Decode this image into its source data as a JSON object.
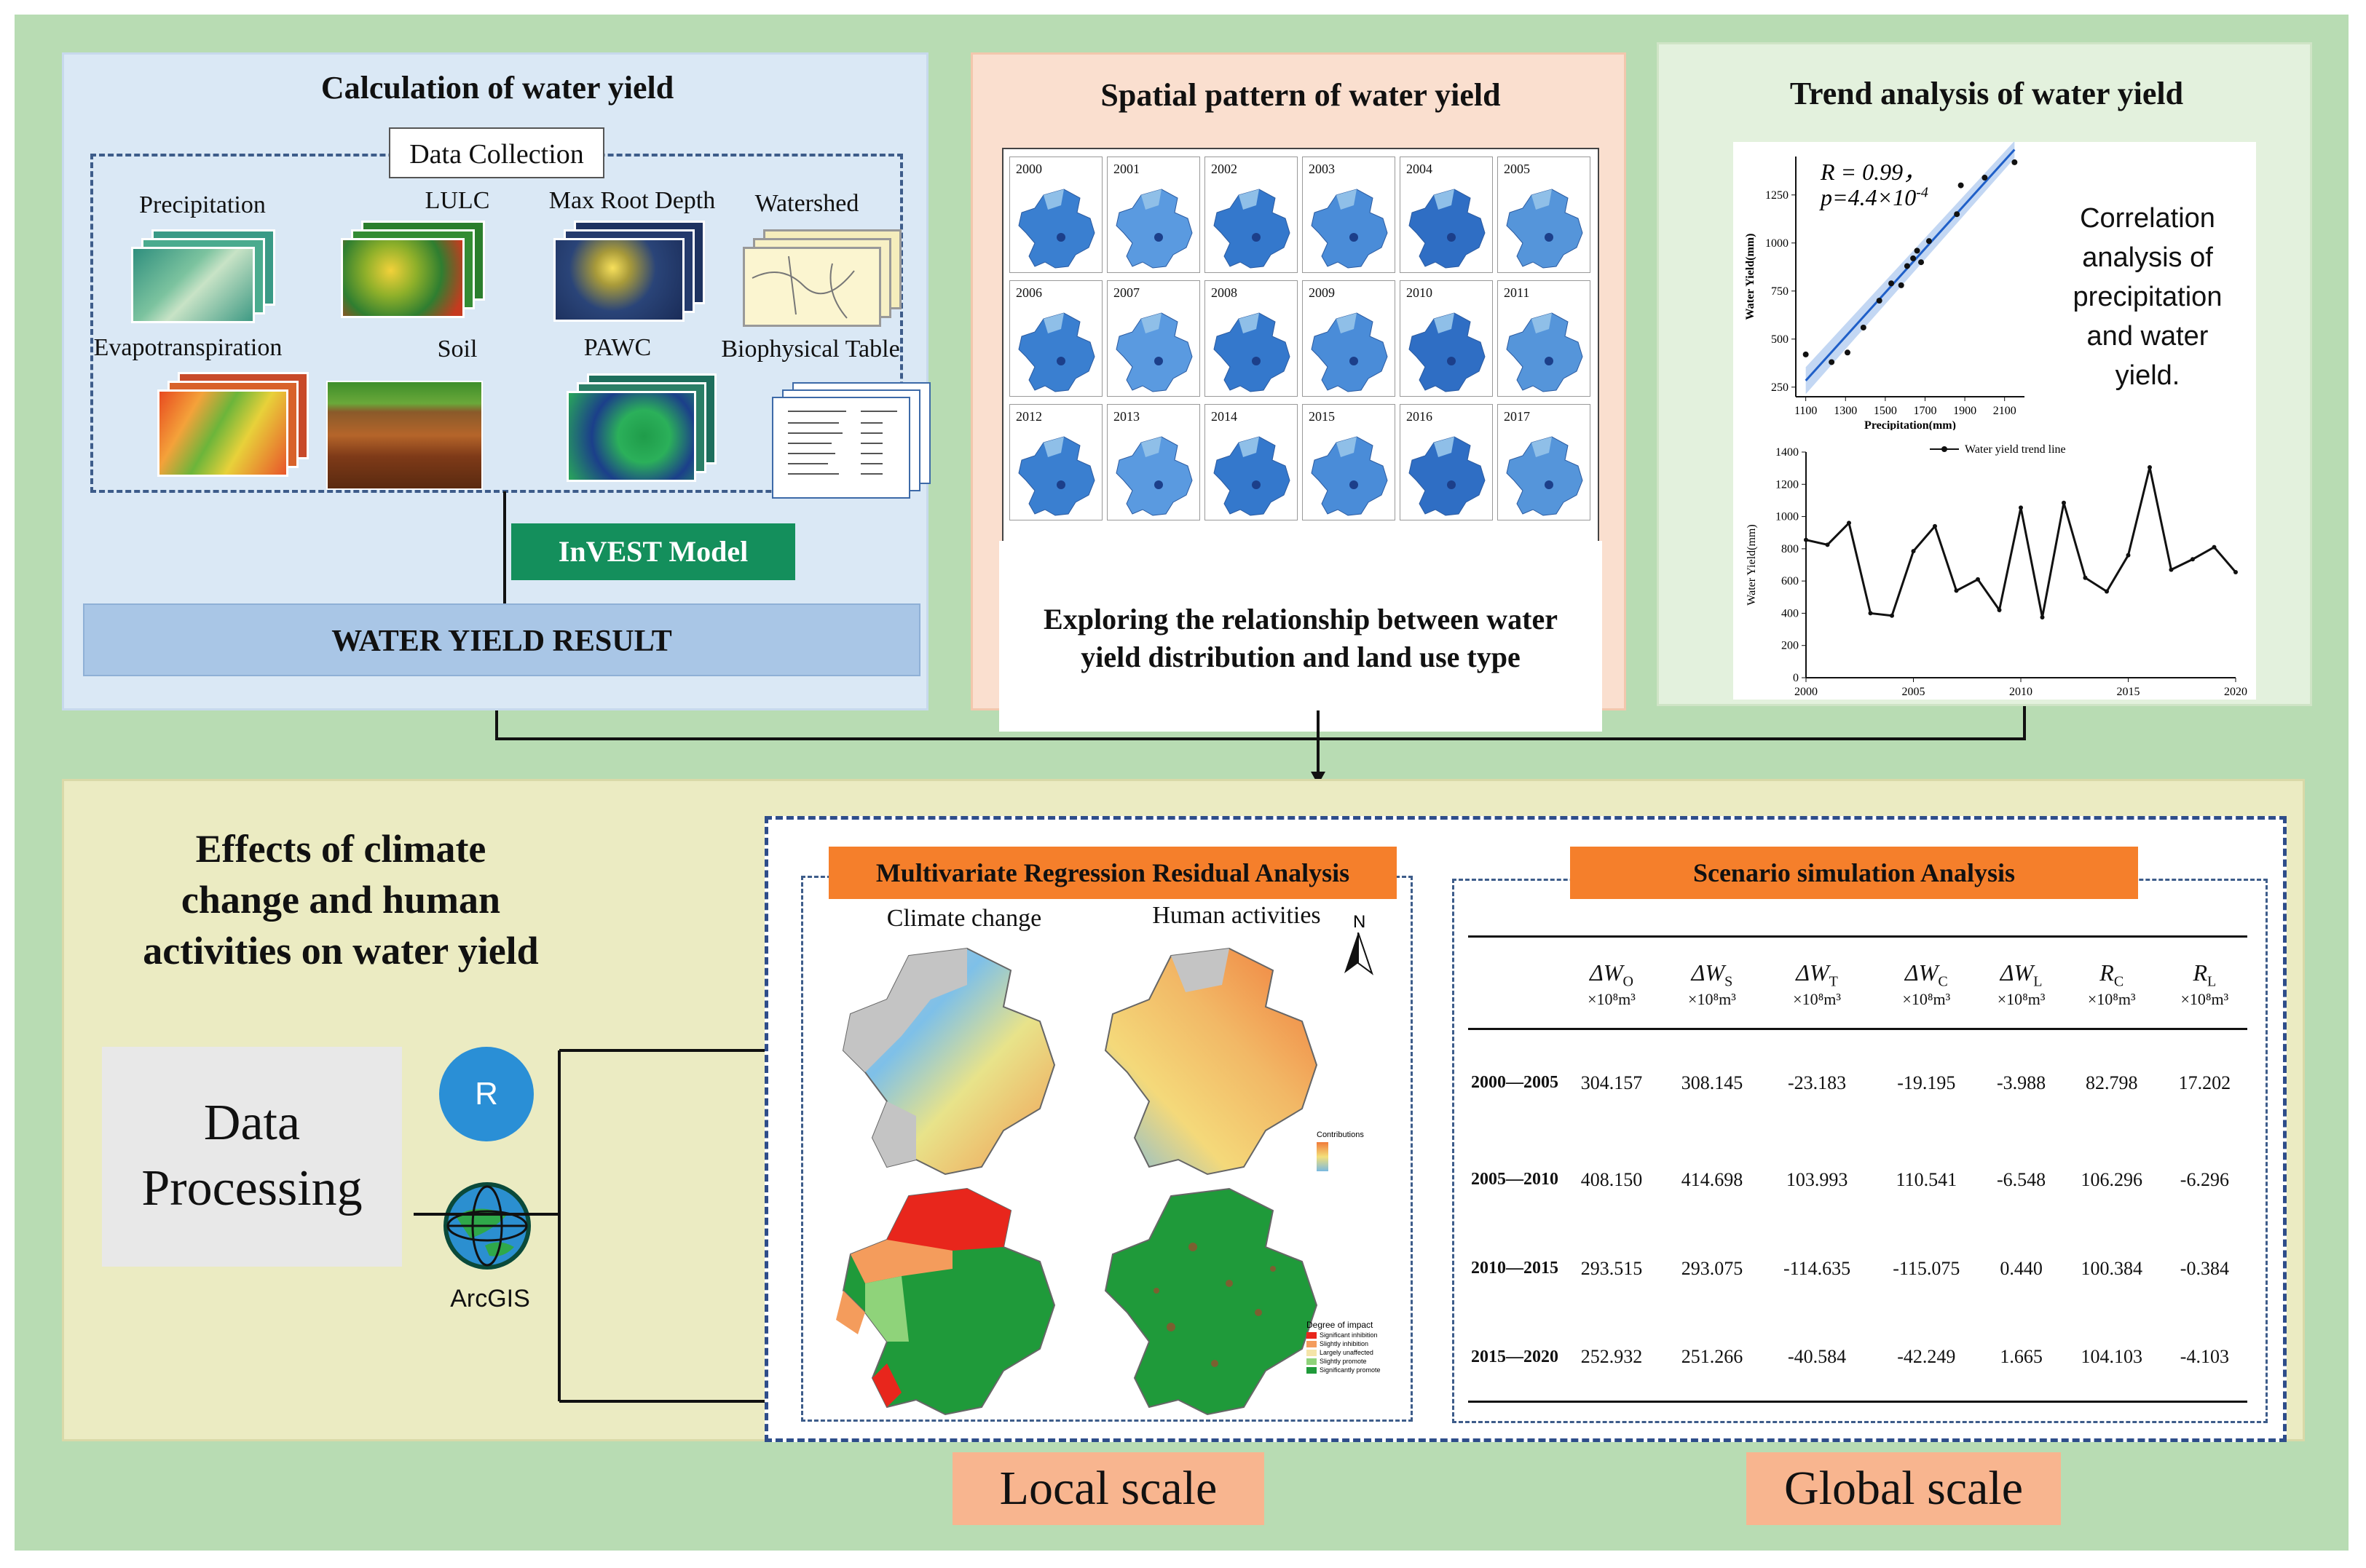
{
  "panel1": {
    "title": "Calculation of water yield",
    "data_collection": "Data Collection",
    "inputs": [
      "Precipitation",
      "LULC",
      "Max Root Depth",
      "Watershed",
      "Evapotranspiration",
      "Soil",
      "PAWC",
      "Biophysical Table"
    ],
    "model": "InVEST Model",
    "result": "WATER YIELD RESULT"
  },
  "panel2": {
    "title": "Spatial pattern of water yield",
    "years": [
      "2000",
      "2001",
      "2002",
      "2003",
      "2004",
      "2005",
      "2006",
      "2007",
      "2008",
      "2009",
      "2010",
      "2011",
      "2012",
      "2013",
      "2014",
      "2015",
      "2016",
      "2017"
    ],
    "conclusion_line1": "Exploring the relationship between water",
    "conclusion_line2": "yield distribution and land use type"
  },
  "panel3": {
    "title": "Trend analysis of water yield",
    "stat_r": "R = 0.99，",
    "stat_p": "p=4.4×10",
    "stat_p_exp": "-4",
    "correlation_text": [
      "Correlation",
      "analysis of",
      "precipitation",
      "and water",
      "yield."
    ]
  },
  "chart_data": [
    {
      "type": "scatter",
      "xlabel": "Precipitation(mm)",
      "ylabel": "Water Yield(mm)",
      "xlim": [
        1050,
        2200
      ],
      "ylim": [
        200,
        1450
      ],
      "xticks": [
        1100,
        1300,
        1500,
        1700,
        1900,
        2100
      ],
      "yticks": [
        250,
        500,
        750,
        1000,
        1250
      ],
      "x": [
        1100,
        1230,
        1310,
        1390,
        1470,
        1530,
        1580,
        1610,
        1640,
        1660,
        1680,
        1720,
        1860,
        1880,
        2000,
        2150
      ],
      "y": [
        420,
        380,
        430,
        560,
        700,
        790,
        780,
        880,
        920,
        960,
        900,
        1010,
        1150,
        1300,
        1340,
        1420
      ]
    },
    {
      "type": "line",
      "legend": "Water yield trend line",
      "ylabel": "Water Yield(mm)",
      "xlim": [
        2000,
        2020
      ],
      "ylim": [
        0,
        1400
      ],
      "xticks": [
        2000,
        2005,
        2010,
        2015,
        2020
      ],
      "yticks": [
        0,
        200,
        400,
        600,
        800,
        1000,
        1200,
        1400
      ],
      "x": [
        2000,
        2001,
        2002,
        2003,
        2004,
        2005,
        2006,
        2007,
        2008,
        2009,
        2010,
        2011,
        2012,
        2013,
        2014,
        2015,
        2016,
        2017,
        2018,
        2019,
        2020
      ],
      "y": [
        855,
        825,
        960,
        400,
        385,
        785,
        940,
        540,
        610,
        420,
        1055,
        375,
        1085,
        620,
        535,
        760,
        1305,
        670,
        735,
        810,
        655
      ]
    }
  ],
  "panel4": {
    "title_line1": "Effects of climate",
    "title_line2": "change and human",
    "title_line3": "activities on water yield",
    "data_processing_line1": "Data",
    "data_processing_line2": "Processing",
    "r_logo": "R",
    "arcgis": "ArcGIS",
    "mra_title": "Multivariate Regression Residual Analysis",
    "climate_change": "Climate change",
    "human_activities": "Human activities",
    "north": "N",
    "contributions": "Contributions",
    "degree_title": "Degree of impact",
    "degree_items": [
      "Significant inhibition",
      "Slightly inhibition",
      "Largely unaffected",
      "Slightly promote",
      "Significantly promote"
    ],
    "degree_colors": [
      "#e8261c",
      "#f49c5c",
      "#f5e4a8",
      "#8fd37a",
      "#1f9a3a"
    ],
    "scenario_title": "Scenario simulation Analysis",
    "local_scale": "Local scale",
    "global_scale": "Global scale"
  },
  "scenario_table": {
    "headers": [
      {
        "sym": "ΔW",
        "sub": "O",
        "unit": "×10⁸m³"
      },
      {
        "sym": "ΔW",
        "sub": "S",
        "unit": "×10⁸m³"
      },
      {
        "sym": "ΔW",
        "sub": "T",
        "unit": "×10⁸m³"
      },
      {
        "sym": "ΔW",
        "sub": "C",
        "unit": "×10⁸m³"
      },
      {
        "sym": "ΔW",
        "sub": "L",
        "unit": "×10⁸m³"
      },
      {
        "sym": "R",
        "sub": "C",
        "unit": "×10⁸m³"
      },
      {
        "sym": "R",
        "sub": "L",
        "unit": "×10⁸m³"
      }
    ],
    "rows": [
      {
        "period": "2000—2005",
        "values": [
          "304.157",
          "308.145",
          "-23.183",
          "-19.195",
          "-3.988",
          "82.798",
          "17.202"
        ]
      },
      {
        "period": "2005—2010",
        "values": [
          "408.150",
          "414.698",
          "103.993",
          "110.541",
          "-6.548",
          "106.296",
          "-6.296"
        ]
      },
      {
        "period": "2010—2015",
        "values": [
          "293.515",
          "293.075",
          "-114.635",
          "-115.075",
          "0.440",
          "100.384",
          "-0.384"
        ]
      },
      {
        "period": "2015—2020",
        "values": [
          "252.932",
          "251.266",
          "-40.584",
          "-42.249",
          "1.665",
          "104.103",
          "-4.103"
        ]
      }
    ]
  }
}
